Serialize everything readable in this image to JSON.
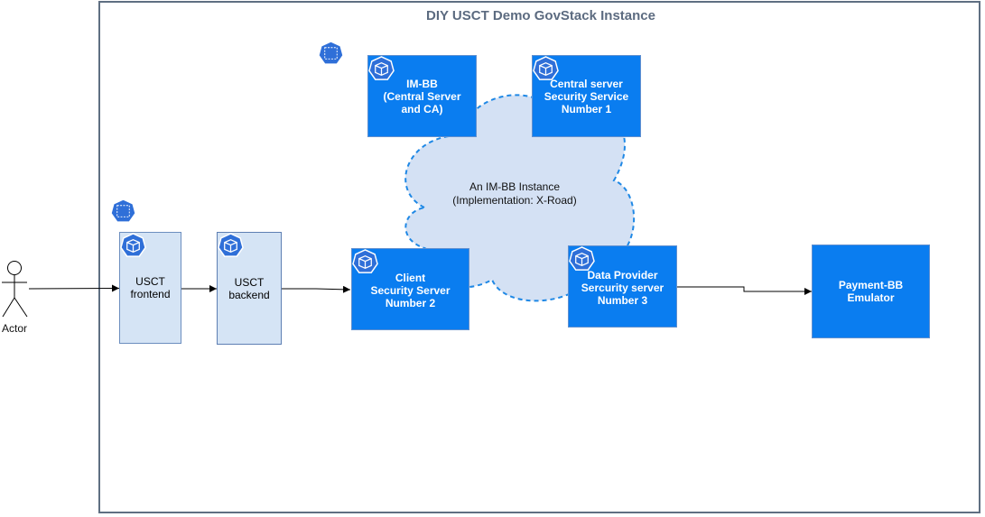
{
  "diagram": {
    "title": "DIY USCT Demo GovStack Instance",
    "actor": "Actor",
    "cloud": {
      "line1": "An IM-BB Instance",
      "line2": "(Implementation: X-Road)"
    },
    "nodes": {
      "usct_frontend": [
        "USCT",
        "frontend"
      ],
      "usct_backend": [
        "USCT",
        "backend"
      ],
      "im_bb": [
        "IM-BB",
        "(Central Server",
        "and CA)"
      ],
      "central_server": [
        "Central server",
        "Security Service",
        "Number 1"
      ],
      "client_server": [
        "Client",
        "Security Server",
        "Number 2"
      ],
      "data_provider": [
        "Data Provider",
        "Sercurity server",
        "Number 3"
      ],
      "payment": [
        "Payment-BB",
        "Emulator"
      ]
    },
    "icons": {
      "node": "kubernetes-pod-icon",
      "namespace": "kubernetes-namespace-icon"
    },
    "colors": {
      "frame_border": "#5f6f82",
      "blue_box": "#0a7df0",
      "light_box": "#d5e4f5",
      "cloud_fill": "#d4e1f4",
      "cloud_stroke": "#1f88e5"
    }
  }
}
